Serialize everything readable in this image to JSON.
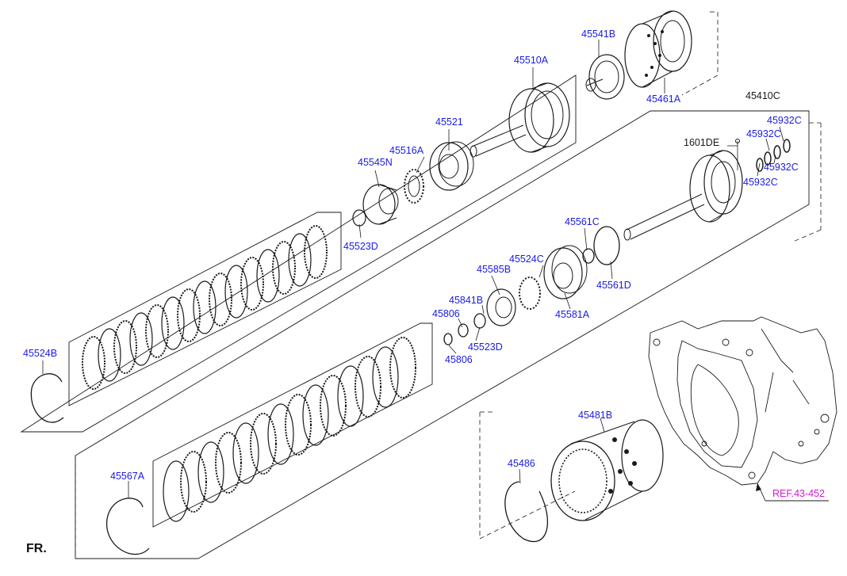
{
  "labels": {
    "p45510A": "45510A",
    "p45541B": "45541B",
    "p45461A": "45461A",
    "p45521": "45521",
    "p45516A": "45516A",
    "p45545N": "45545N",
    "p45523D_top": "45523D",
    "p45524B": "45524B",
    "p45410C": "45410C",
    "p45932C_a": "45932C",
    "p45932C_b": "45932C",
    "p45932C_c": "45932C",
    "p45932C_d": "45932C",
    "p1601DE": "1601DE",
    "p45561C": "45561C",
    "p45561D": "45561D",
    "p45524C": "45524C",
    "p45585B": "45585B",
    "p45581A": "45581A",
    "p45841B": "45841B",
    "p45806_a": "45806",
    "p45806_b": "45806",
    "p45523D_bot": "45523D",
    "p45481B": "45481B",
    "p45486": "45486",
    "p45567A": "45567A",
    "ref": "REF.43-452",
    "fr": "FR."
  },
  "colors": {
    "label_part": "#1b1be6",
    "label_plain": "#1a1a1a",
    "label_ref": "#d11ad1",
    "line": "#1a1a1a"
  }
}
